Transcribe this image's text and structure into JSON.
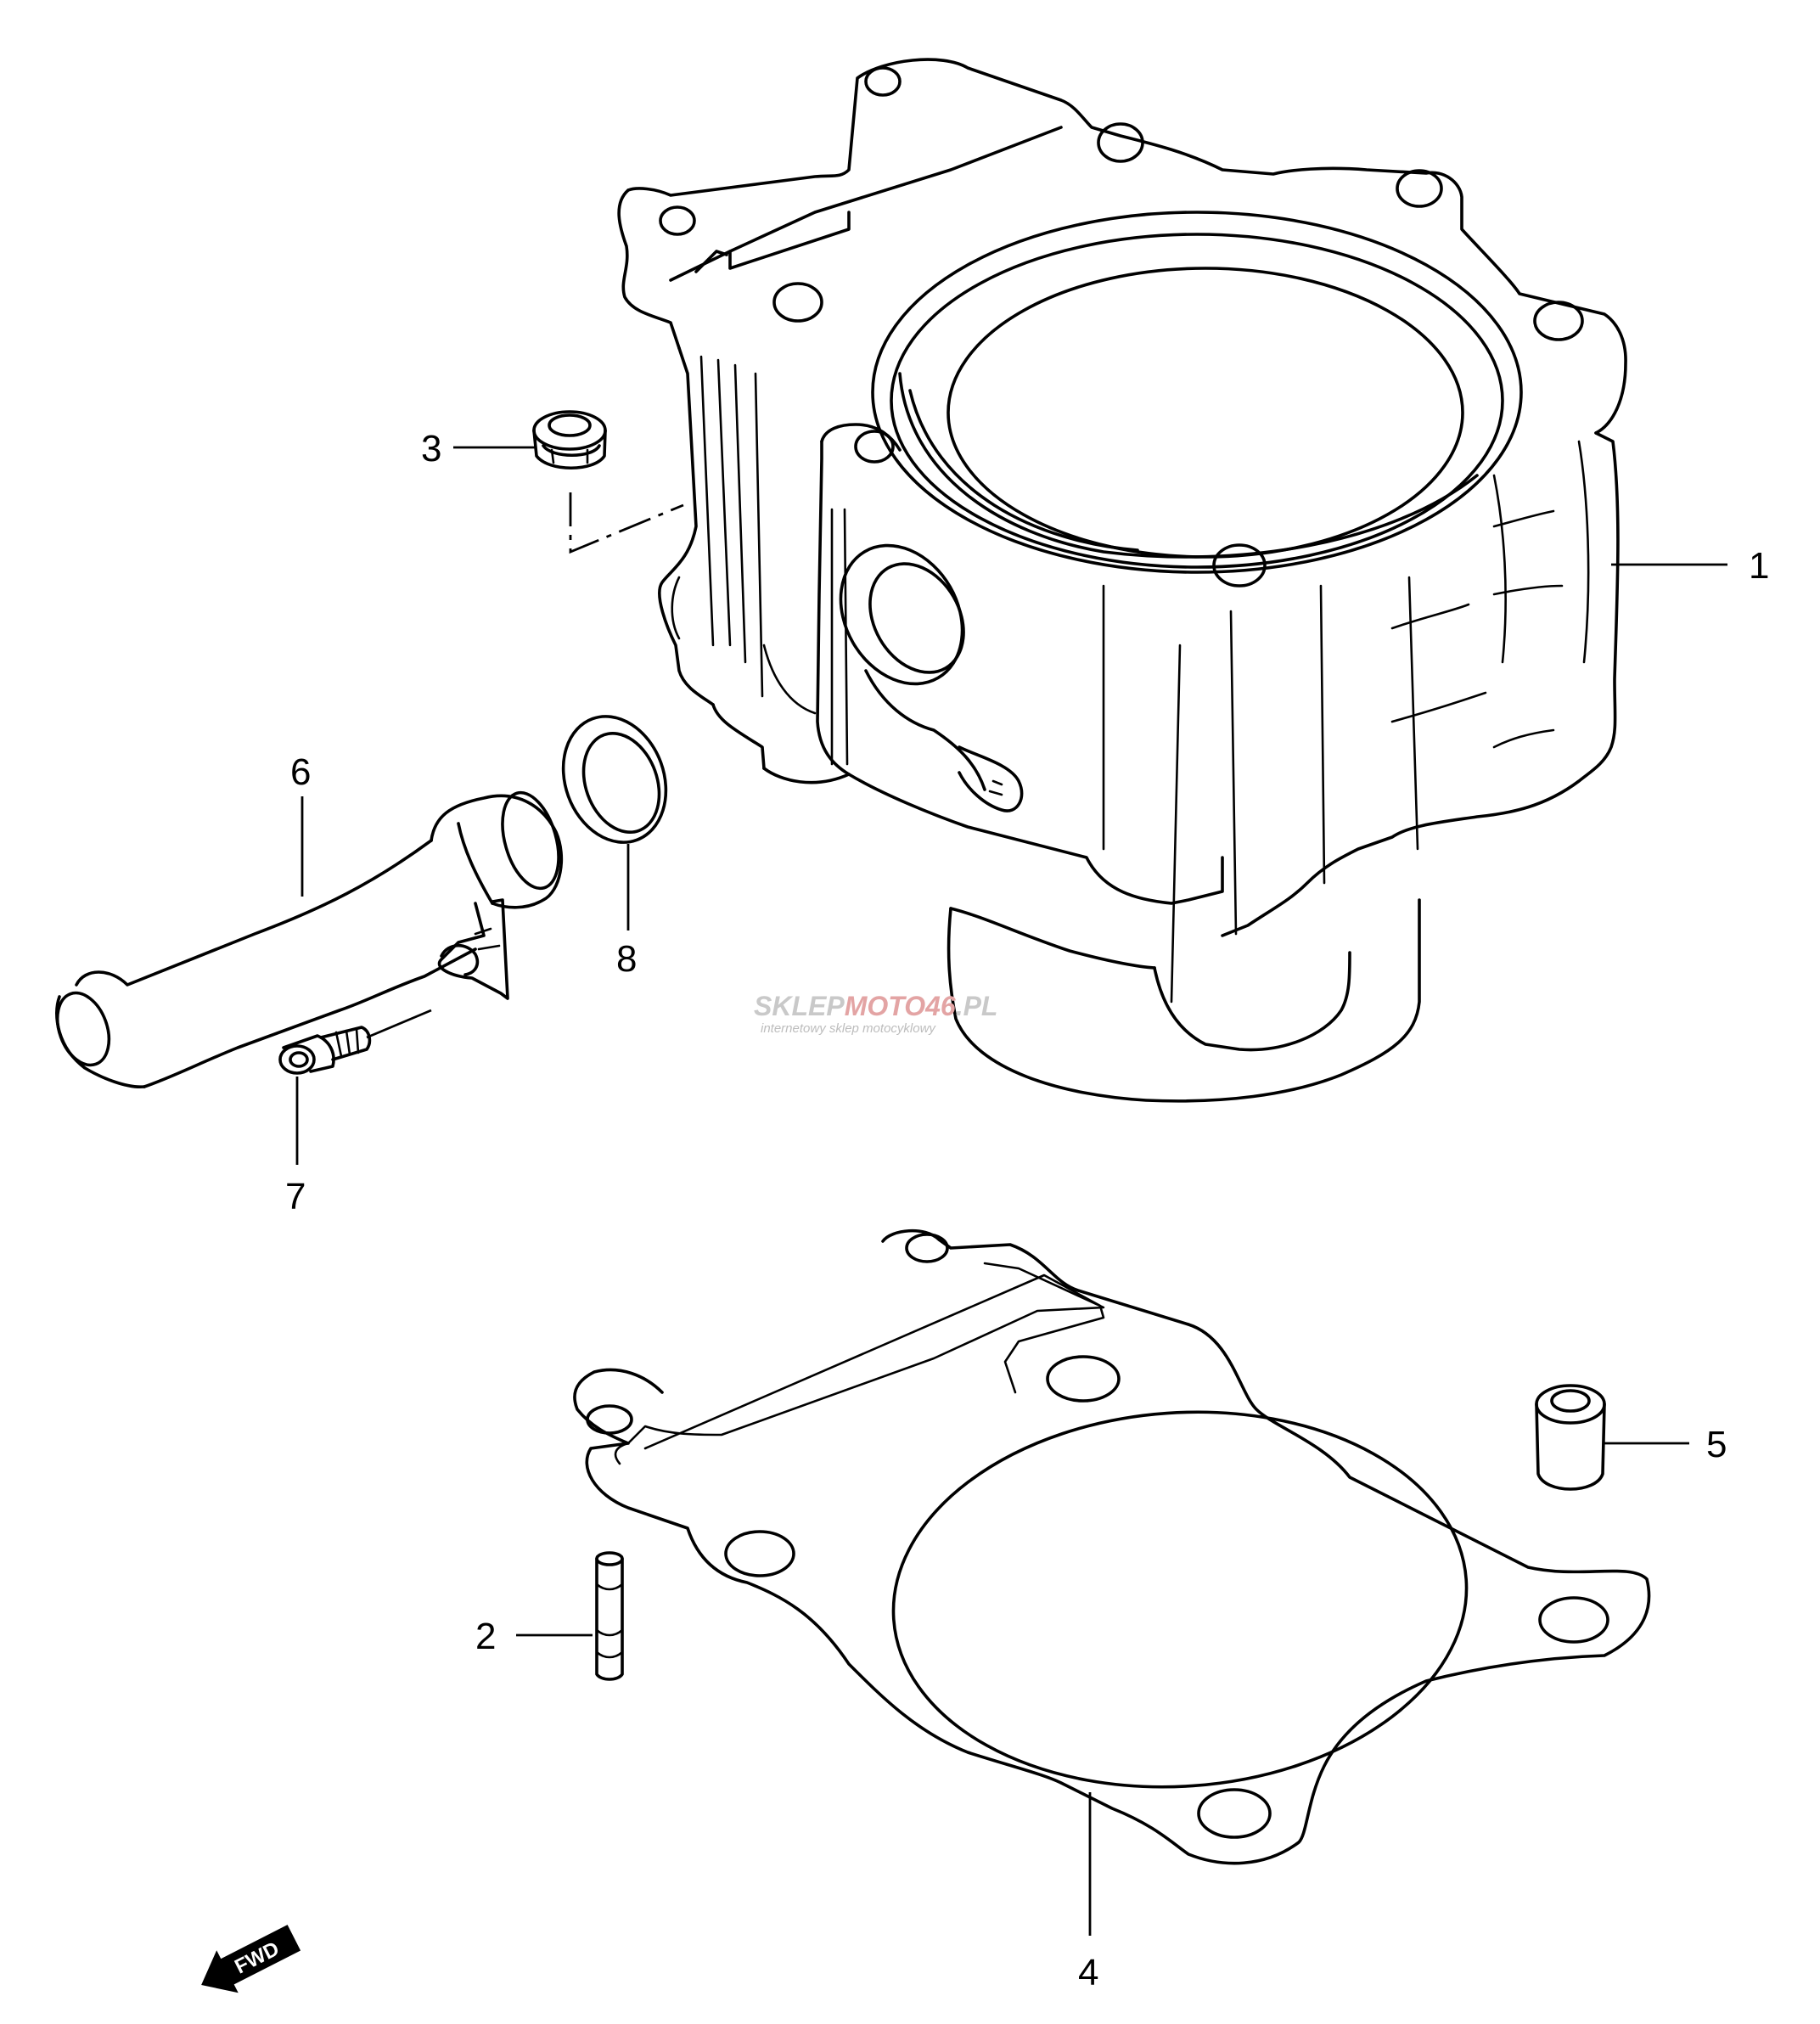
{
  "callouts": {
    "c1": "1",
    "c2": "2",
    "c3": "3",
    "c4": "4",
    "c5": "5",
    "c6": "6",
    "c7": "7",
    "c8": "8"
  },
  "watermark": {
    "brand_a": "SKLEP",
    "brand_b": "MOTO",
    "brand_c": "46",
    "brand_d": ".PL",
    "tagline": "internetowy sklep motocyklowy"
  },
  "fwd_label": "FWD",
  "colors": {
    "line": "#000000",
    "watermark_gray": "#c9c9c9",
    "watermark_red": "#e3a4a4"
  }
}
